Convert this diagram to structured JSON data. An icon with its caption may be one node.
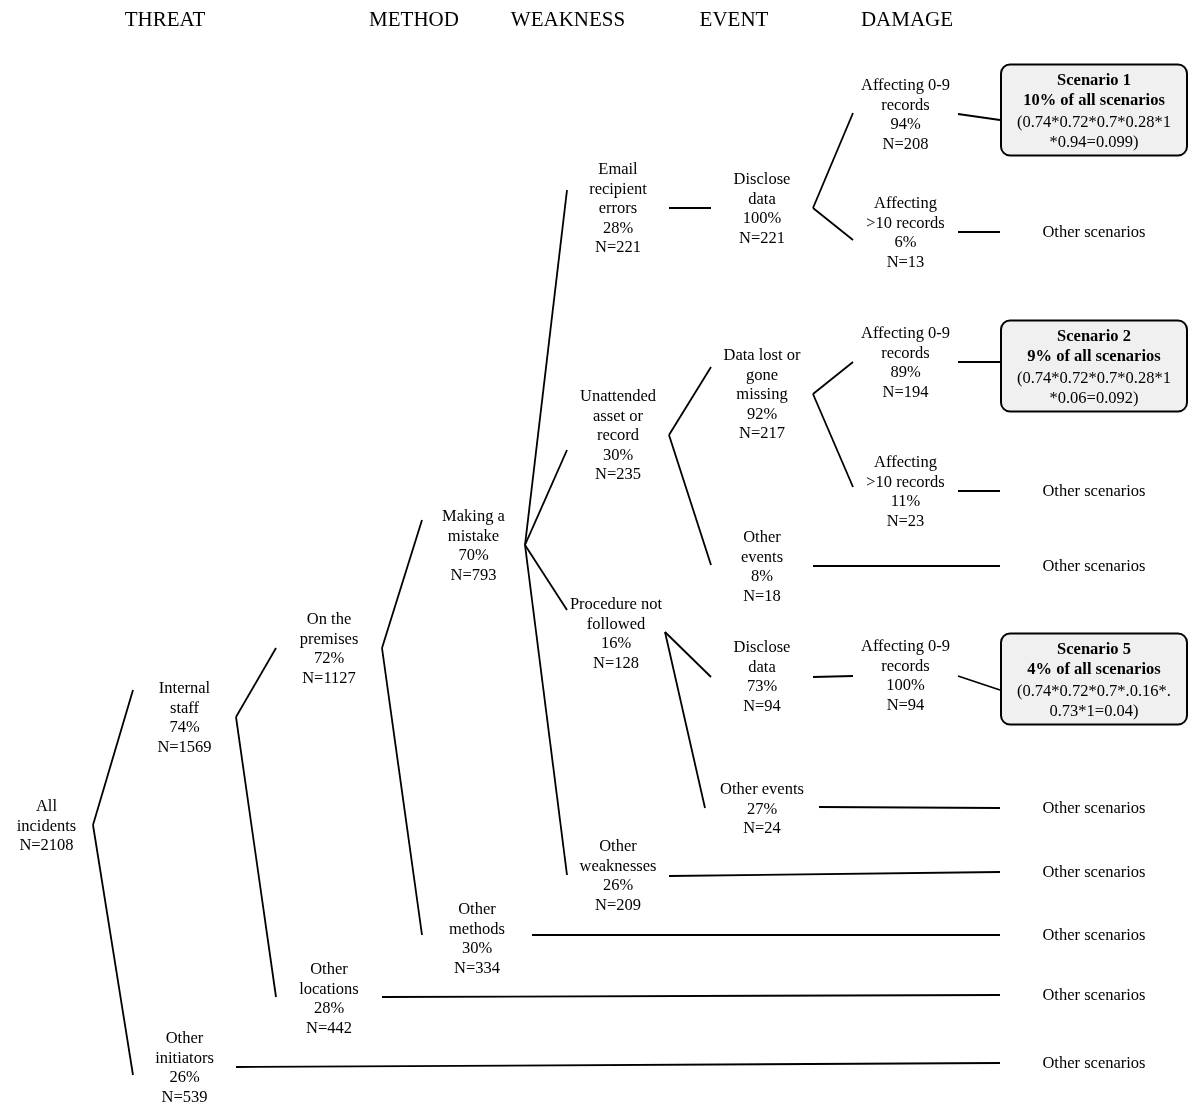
{
  "diagram": {
    "nodes": [
      {
        "text": [
          "All incidents",
          "N=2108"
        ]
      },
      {
        "text": [
          "Internal staff",
          "74%",
          "N=1569"
        ]
      },
      {
        "text": [
          "Other initiators",
          "26%",
          "N=539"
        ]
      },
      {
        "text": [
          "On the premises",
          "72%",
          "N=1127"
        ]
      },
      {
        "text": [
          "Other locations",
          "28%",
          "N=442"
        ]
      },
      {
        "text": [
          "Making a mistake",
          "70%",
          "N=793"
        ]
      },
      {
        "text": [
          "Other methods",
          "30%",
          "N=334"
        ]
      },
      {
        "text": [
          "Email recipient errors",
          "28%",
          "N=221"
        ]
      },
      {
        "text": [
          "Unattended asset or record",
          "30%",
          "N=235"
        ]
      },
      {
        "text": [
          "Procedure not followed",
          "16%",
          "N=128"
        ]
      },
      {
        "text": [
          "Other weaknesses",
          "26%",
          "N=209"
        ]
      },
      {
        "text": [
          "Disclose data",
          "100%",
          "N=221"
        ]
      },
      {
        "text": [
          "Data lost or gone missing",
          "92%",
          "N=217"
        ]
      },
      {
        "text": [
          "Other events",
          "8%",
          "N=18"
        ]
      },
      {
        "text": [
          "Disclose data",
          "73%",
          "N=94"
        ]
      },
      {
        "text": [
          "Other events",
          "27%",
          "N=24"
        ]
      },
      {
        "text": [
          "Affecting 0-9 records",
          "94%",
          "N=208"
        ]
      },
      {
        "text": [
          "Affecting >10 records",
          "6%",
          "N=13"
        ]
      },
      {
        "text": [
          "Affecting 0-9 records",
          "89%",
          "N=194"
        ]
      },
      {
        "text": [
          "Affecting >10 records",
          "11%",
          "N=23"
        ]
      },
      {
        "text": [
          "Affecting 0-9 records",
          "100%",
          "N=94"
        ]
      },
      {
        "text": [
          "Scenario 1",
          "10% of all scenarios",
          "(0.74*0.72*0.7*0.28*1 *0.94=0.099)"
        ]
      },
      {
        "text": [
          "Other scenarios"
        ]
      },
      {
        "text": [
          "Scenario 2",
          "9% of all scenarios",
          "(0.74*0.72*0.7*0.28*1 *0.06=0.092)"
        ]
      },
      {
        "text": [
          "Other scenarios"
        ]
      },
      {
        "text": [
          "Other scenarios"
        ]
      },
      {
        "text": [
          "Scenario 5",
          "4% of all scenarios",
          "(0.74*0.72*0.7*.0.16*. 0.73*1=0.04)"
        ]
      },
      {
        "text": [
          "Other scenarios"
        ]
      },
      {
        "text": [
          "Other scenarios"
        ]
      },
      {
        "text": [
          "Other scenarios"
        ]
      },
      {
        "text": [
          "Other scenarios"
        ]
      },
      {
        "text": [
          "Other scenarios"
        ]
      }
    ],
    "edges": [
      {
        "from": 0,
        "to": 1,
        "arrow": "none"
      },
      {
        "from": 0,
        "to": 2,
        "arrow": "none"
      },
      {
        "from": 1,
        "to": 3,
        "arrow": "none"
      },
      {
        "from": 1,
        "to": 4,
        "arrow": "none"
      },
      {
        "from": 3,
        "to": 5,
        "arrow": "none"
      },
      {
        "from": 3,
        "to": 6,
        "arrow": "none"
      },
      {
        "from": 5,
        "to": 7,
        "arrow": "none"
      },
      {
        "from": 5,
        "to": 8,
        "arrow": "none"
      },
      {
        "from": 5,
        "to": 9,
        "arrow": "none"
      },
      {
        "from": 5,
        "to": 10,
        "arrow": "none"
      },
      {
        "from": 7,
        "to": 11,
        "arrow": "none"
      },
      {
        "from": 8,
        "to": 12,
        "arrow": "none"
      },
      {
        "from": 8,
        "to": 13,
        "arrow": "none"
      },
      {
        "from": 9,
        "to": 14,
        "arrow": "none"
      },
      {
        "from": 9,
        "to": 15,
        "arrow": "none"
      },
      {
        "from": 11,
        "to": 16,
        "arrow": "none"
      },
      {
        "from": 11,
        "to": 17,
        "arrow": "none"
      },
      {
        "from": 12,
        "to": 18,
        "arrow": "none"
      },
      {
        "from": 12,
        "to": 19,
        "arrow": "none"
      },
      {
        "from": 14,
        "to": 20,
        "arrow": "none"
      },
      {
        "from": 16,
        "to": 21,
        "arrow": "none"
      },
      {
        "from": 17,
        "to": 22,
        "arrow": "none"
      },
      {
        "from": 18,
        "to": 23,
        "arrow": "none"
      },
      {
        "from": 19,
        "to": 24,
        "arrow": "none"
      },
      {
        "from": 13,
        "to": 25,
        "arrow": "none"
      },
      {
        "from": 20,
        "to": 26,
        "arrow": "none"
      },
      {
        "from": 15,
        "to": 27,
        "arrow": "none"
      },
      {
        "from": 10,
        "to": 28,
        "arrow": "none"
      },
      {
        "from": 6,
        "to": 29,
        "arrow": "none"
      },
      {
        "from": 4,
        "to": 30,
        "arrow": "none"
      },
      {
        "from": 2,
        "to": 31,
        "arrow": "none"
      }
    ],
    "labels": [
      "THREAT",
      "METHOD",
      "WEAKNESS",
      "EVENT",
      "DAMAGE"
    ]
  }
}
